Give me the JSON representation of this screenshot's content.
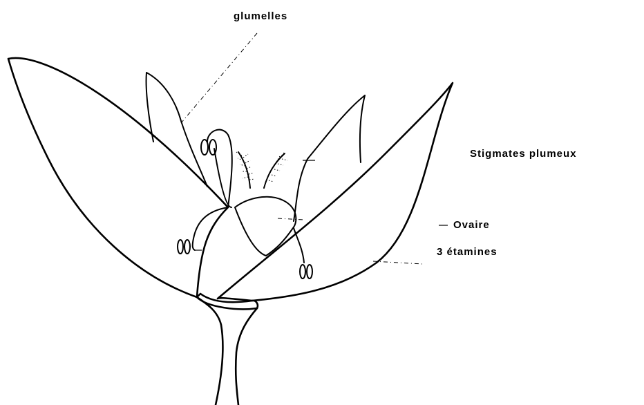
{
  "labels": {
    "glumelles": "glumelles",
    "stigmates": "Stigmates plumeux",
    "ovaire": "Ovaire",
    "etamines": "3 étamines"
  },
  "icons": {
    "flower": "grass-flower-drawing"
  }
}
